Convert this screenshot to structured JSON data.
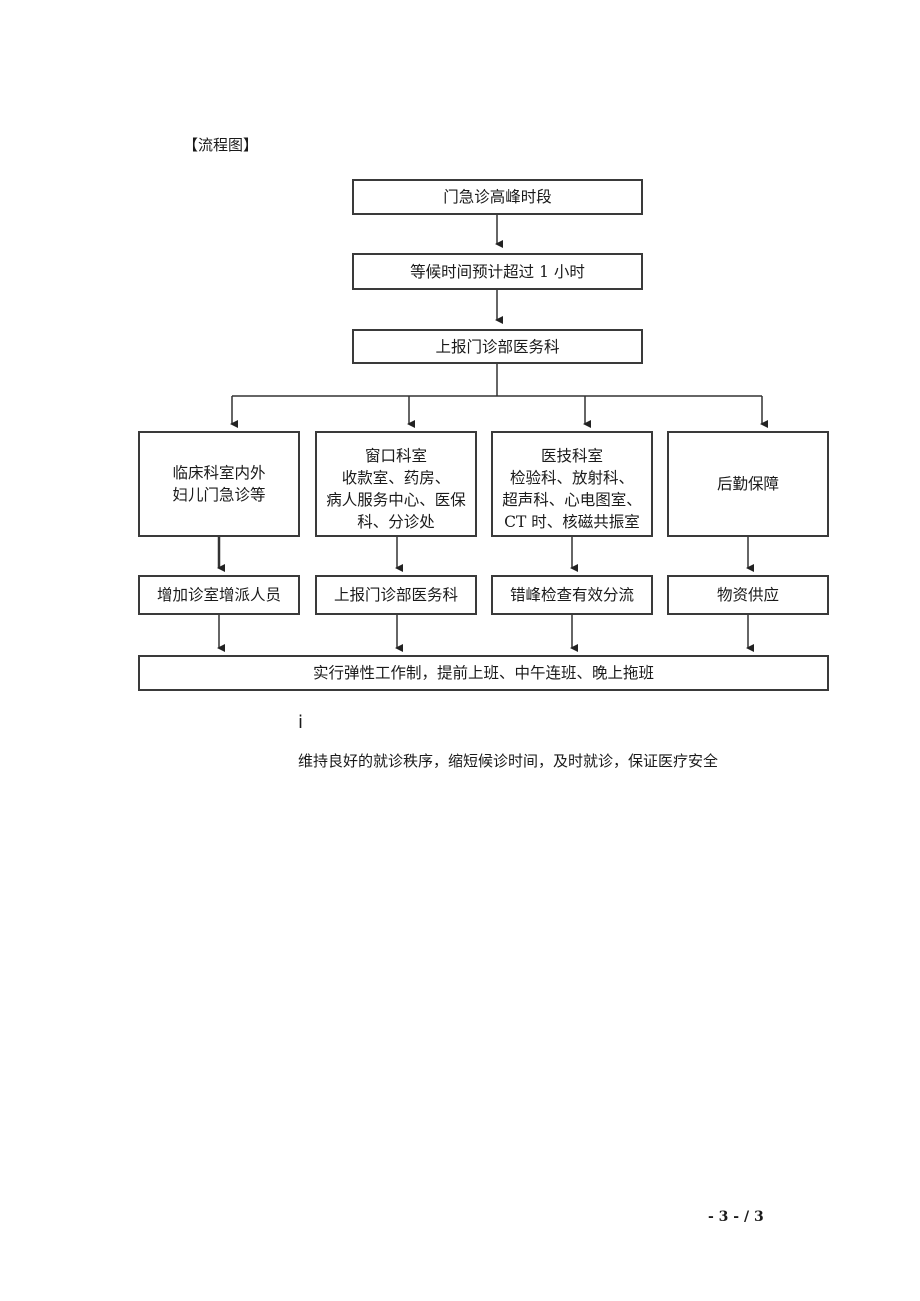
{
  "heading": "【流程图】",
  "flow": {
    "step1": "门急诊高峰时段",
    "step2": "等候时间预计超过 1 小时",
    "step3": "上报门诊部医务科",
    "branches": [
      {
        "title": "临床科室内外",
        "lines": [
          "妇儿门急诊等"
        ]
      },
      {
        "title": "窗口科室",
        "lines": [
          "收款室、药房、",
          "病人服务中心、医保",
          "科、分诊处"
        ]
      },
      {
        "title": "医技科室",
        "lines": [
          "检验科、放射科、",
          "超声科、心电图室、",
          "CT 时、核磁共振室"
        ]
      },
      {
        "title": "后勤保障",
        "lines": []
      }
    ],
    "actions": [
      "增加诊室增派人员",
      "上报门诊部医务科",
      "错峰检查有效分流",
      "物资供应"
    ],
    "final": "实行弹性工作制，提前上班、中午连班、晚上拖班"
  },
  "note_mark": "i",
  "note_text": "维持良好的就诊秩序，缩短候诊时间，及时就诊，保证医疗安全",
  "page_number": "- 3 - / 3"
}
